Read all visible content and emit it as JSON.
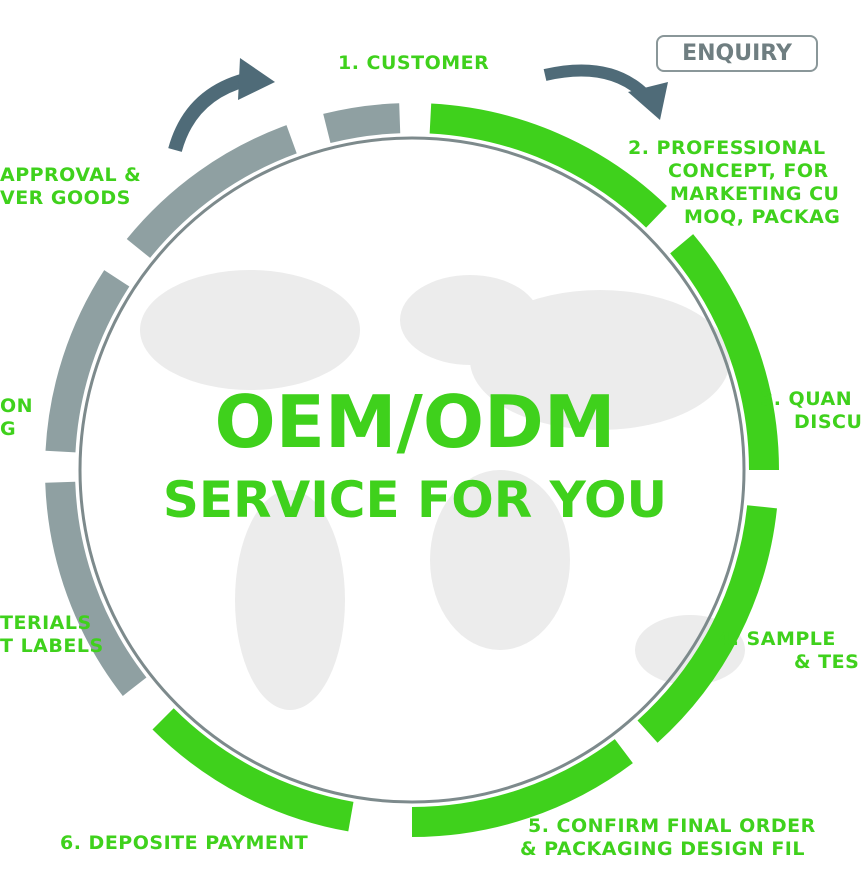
{
  "title": {
    "line1": "OEM/ODM",
    "line2": "SERVICE FOR YOU"
  },
  "badge": "ENQUIRY",
  "steps": [
    {
      "line1": "1. CUSTOMER"
    },
    {
      "line1": "2. PROFESSIONAL",
      "line2": "CONCEPT, FOR",
      "line3": "MARKETING CU",
      "line4": "MOQ, PACKAG"
    },
    {
      "line1": "3. QUAN",
      "line2": "DISCU"
    },
    {
      "line1": "4. SAMPLE",
      "line2": "& TES"
    },
    {
      "line1": "5. CONFIRM FINAL ORDER",
      "line2": "& PACKAGING DESIGN FIL"
    },
    {
      "line1": "6. DEPOSITE PAYMENT"
    },
    {
      "line1": "TERIALS",
      "line2": "T LABELS"
    },
    {
      "line1": "ON",
      "line2": "G"
    },
    {
      "line1": "APPROVAL &",
      "line2": "VER GOODS"
    }
  ],
  "colors": {
    "green": "#3fd11c",
    "gray": "#8fa0a2",
    "arrow": "#4f6b78"
  }
}
